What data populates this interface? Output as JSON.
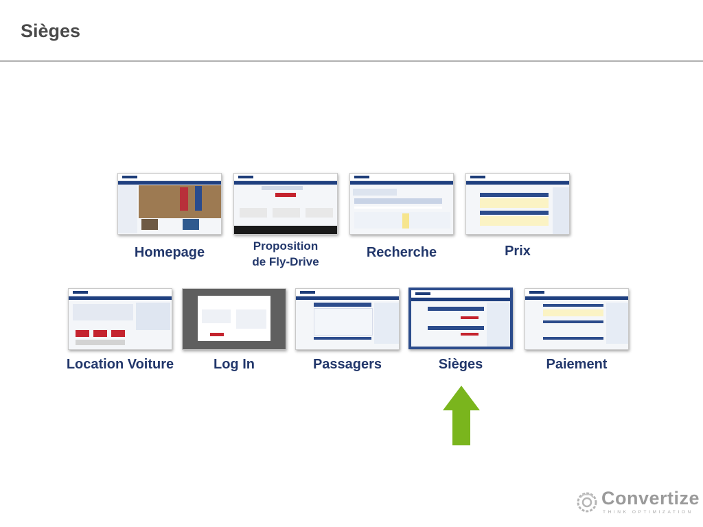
{
  "slide": {
    "title": "Sièges"
  },
  "steps": [
    {
      "label": "Homepage",
      "active": false
    },
    {
      "label": "Proposition\nde Fly-Drive",
      "active": false
    },
    {
      "label": "Recherche",
      "active": false
    },
    {
      "label": "Prix",
      "active": false
    },
    {
      "label": "Location Voiture",
      "active": false
    },
    {
      "label": "Log In",
      "active": false
    },
    {
      "label": "Passagers",
      "active": false
    },
    {
      "label": "Sièges",
      "active": true
    },
    {
      "label": "Paiement",
      "active": false
    }
  ],
  "indicator": {
    "icon": "up-arrow-icon",
    "color": "#7ab51d"
  },
  "brand": {
    "name": "Convertize",
    "tagline": "THINK OPTIMIZATION"
  },
  "colors": {
    "label": "#22376b",
    "title": "#4a4a4a",
    "active_border": "#2c4c8c",
    "arrow": "#7ab51d"
  }
}
